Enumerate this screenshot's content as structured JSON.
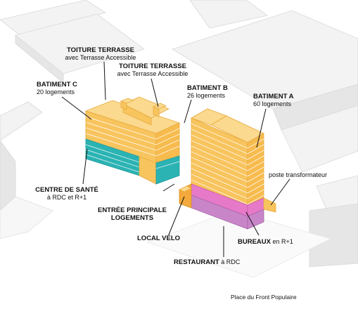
{
  "colors": {
    "background": "#ffffff",
    "context_building_top": "#f3f3f3",
    "context_building_side": "#e6e6e6",
    "housing_yellow": "#f8c45e",
    "housing_top": "#fbd98e",
    "health_center_teal": "#2bb3b3",
    "offices_pink": "#e67ac8",
    "restaurant_purple": "#c886c9",
    "local_velo_orange": "#f3a93b",
    "leader_line": "#111111"
  },
  "labels": {
    "roof_c": {
      "title": "TOITURE TERRASSE",
      "subtitle": "avec Terrasse Accessible"
    },
    "roof_b": {
      "title": "TOITURE TERRASSE",
      "subtitle": "avec Terrasse Accessible"
    },
    "batiment_c": {
      "title": "BATIMENT C",
      "subtitle": "20 logements"
    },
    "batiment_b": {
      "title": "BATIMENT B",
      "subtitle": "26 logements"
    },
    "batiment_a": {
      "title": "BATIMENT A",
      "subtitle": "60 logements"
    },
    "poste": {
      "text": "poste transformateur"
    },
    "centre_sante": {
      "title": "CENTRE DE SANTÉ",
      "subtitle": "à RDC et R+1"
    },
    "entree": {
      "line1": "ENTRÉE PRINCIPALE",
      "line2": "LOGEMENTS"
    },
    "local_velo": {
      "title": "LOCAL VÉLO"
    },
    "bureaux": {
      "title": "BUREAUX",
      "suffix": " en R+1"
    },
    "restaurant": {
      "title": "RESTAURANT",
      "suffix": " à RDC"
    },
    "place": {
      "text": "Place du Front Populaire"
    }
  }
}
